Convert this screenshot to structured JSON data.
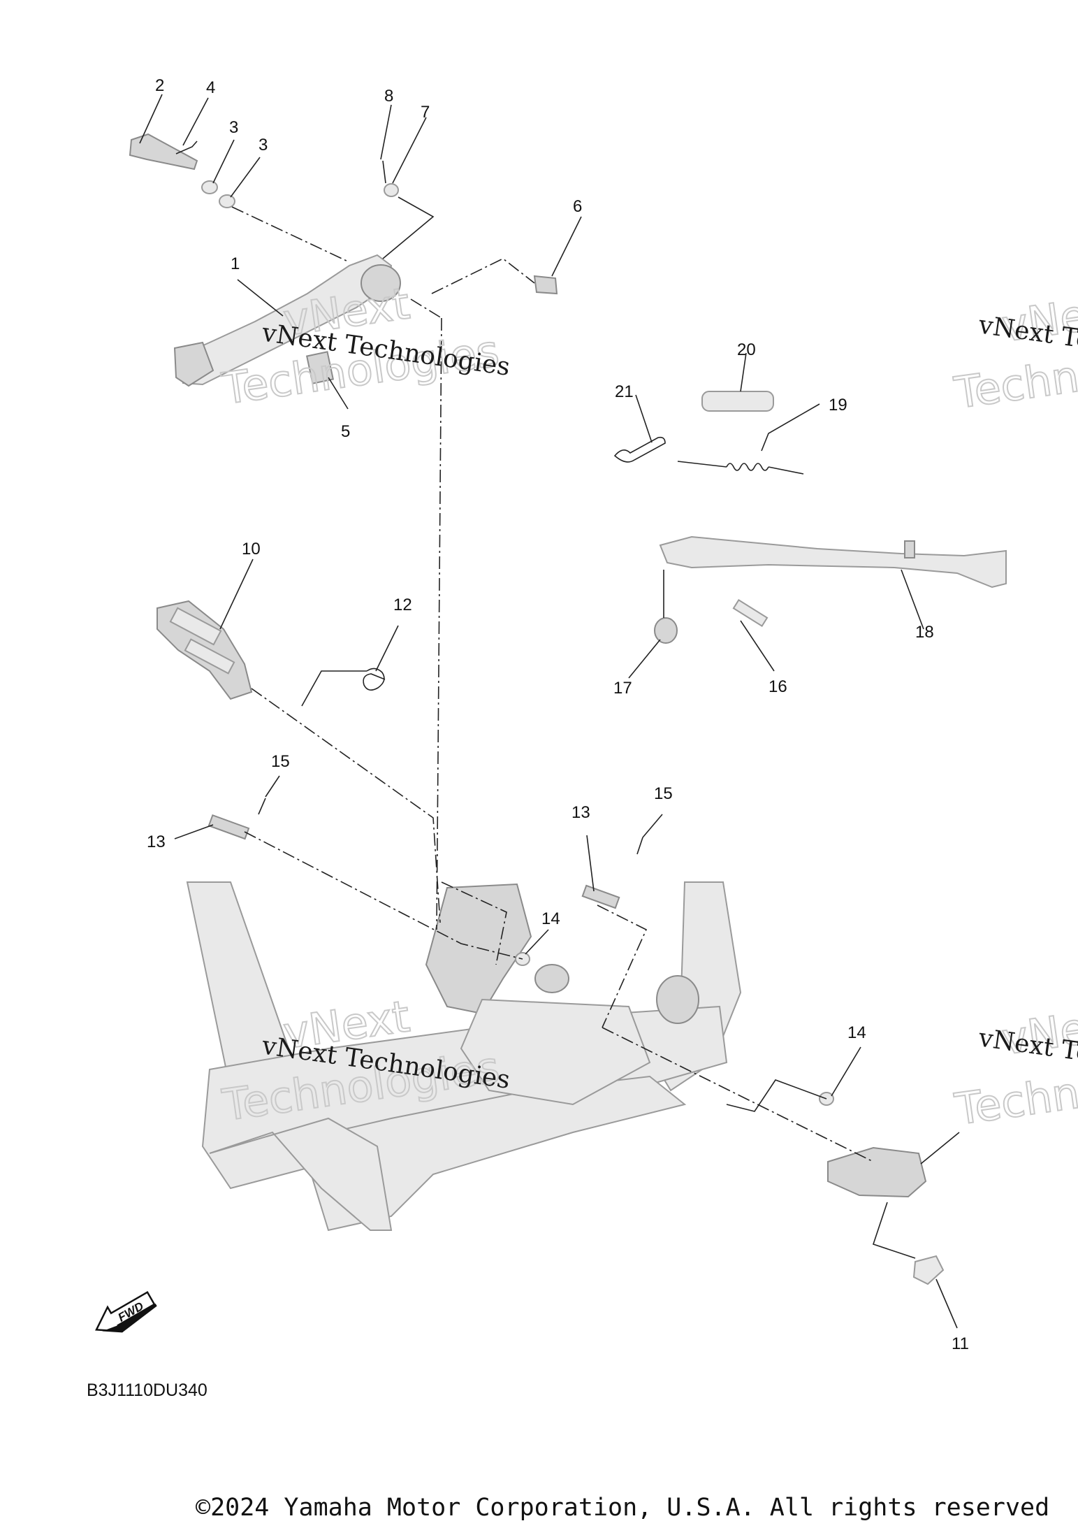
{
  "callouts": [
    {
      "id": "c1",
      "label": "1"
    },
    {
      "id": "c2",
      "label": "2"
    },
    {
      "id": "c3a",
      "label": "3"
    },
    {
      "id": "c3b",
      "label": "3"
    },
    {
      "id": "c4",
      "label": "4"
    },
    {
      "id": "c5",
      "label": "5"
    },
    {
      "id": "c6",
      "label": "6"
    },
    {
      "id": "c7",
      "label": "7"
    },
    {
      "id": "c8",
      "label": "8"
    },
    {
      "id": "c10",
      "label": "10"
    },
    {
      "id": "c11",
      "label": "11"
    },
    {
      "id": "c12",
      "label": "12"
    },
    {
      "id": "c13a",
      "label": "13"
    },
    {
      "id": "c13b",
      "label": "13"
    },
    {
      "id": "c14a",
      "label": "14"
    },
    {
      "id": "c14b",
      "label": "14"
    },
    {
      "id": "c15a",
      "label": "15"
    },
    {
      "id": "c15b",
      "label": "15"
    },
    {
      "id": "c16",
      "label": "16"
    },
    {
      "id": "c17",
      "label": "17"
    },
    {
      "id": "c18",
      "label": "18"
    },
    {
      "id": "c19",
      "label": "19"
    },
    {
      "id": "c20",
      "label": "20"
    },
    {
      "id": "c21",
      "label": "21"
    }
  ],
  "watermark": {
    "line1": "vNext Technologies",
    "line2a": "vNext",
    "line2b": "Technologies"
  },
  "fwd_label": "FWD",
  "diagram_code": "B3J1110DU340",
  "copyright": "©2024 Yamaha Motor Corporation, U.S.A. All rights reserved"
}
